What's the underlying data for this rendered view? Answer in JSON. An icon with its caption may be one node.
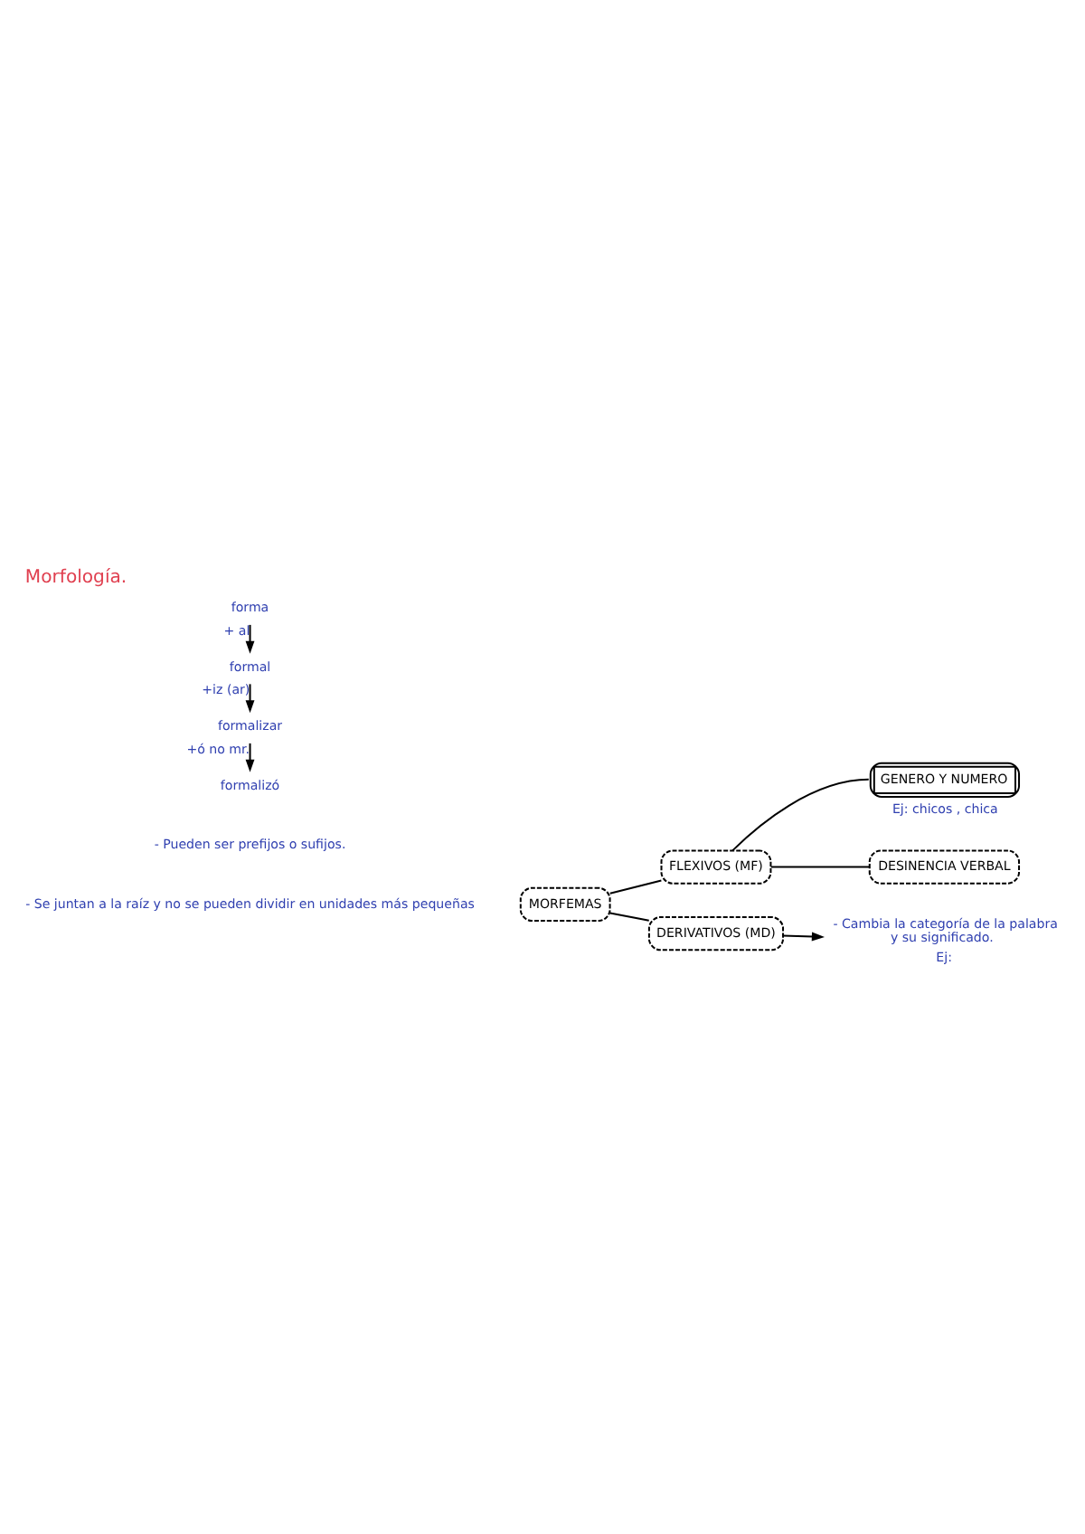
{
  "diagram": {
    "title": "Morfología.",
    "nodes": [
      {
        "text": [
          "MORFEMAS"
        ]
      },
      {
        "text": [
          "FLEXIVOS (MF)"
        ]
      },
      {
        "text": [
          "GENERO Y NUMERO"
        ],
        "beside": [
          "Ej: chicos , chica"
        ]
      },
      {
        "text": [
          "DESINENCIA VERBAL"
        ]
      },
      {
        "text": [
          "DERIVATIVOS (MD)"
        ]
      },
      {
        "text": [
          "- Cambia la categoría de la palabra y su significado."
        ],
        "beside": [
          "Ej:"
        ]
      },
      {
        "text": [
          "formalizó"
        ]
      },
      {
        "text": [
          "formalizar"
        ]
      },
      {
        "text": [
          "formal"
        ]
      },
      {
        "text": [
          "forma"
        ]
      }
    ],
    "edges": [
      {
        "from": 0,
        "to": 1,
        "arrow": "none"
      },
      {
        "from": 0,
        "to": 4,
        "arrow": "none"
      },
      {
        "from": 1,
        "to": 2,
        "arrow": "none"
      },
      {
        "from": 1,
        "to": 3,
        "arrow": "none"
      },
      {
        "from": 4,
        "to": 5,
        "arrow": "to"
      },
      {
        "from": 9,
        "to": 8,
        "arrow": "to",
        "label": "+ al"
      },
      {
        "from": 8,
        "to": 7,
        "arrow": "to",
        "label": "+iz (ar)"
      },
      {
        "from": 7,
        "to": 6,
        "arrow": "to",
        "label": "+ó no mr."
      }
    ],
    "labels": [
      "- Pueden ser prefijos o sufijos.",
      "- Se juntan a la raíz y no se pueden dividir en unidades más pequeñas"
    ]
  }
}
